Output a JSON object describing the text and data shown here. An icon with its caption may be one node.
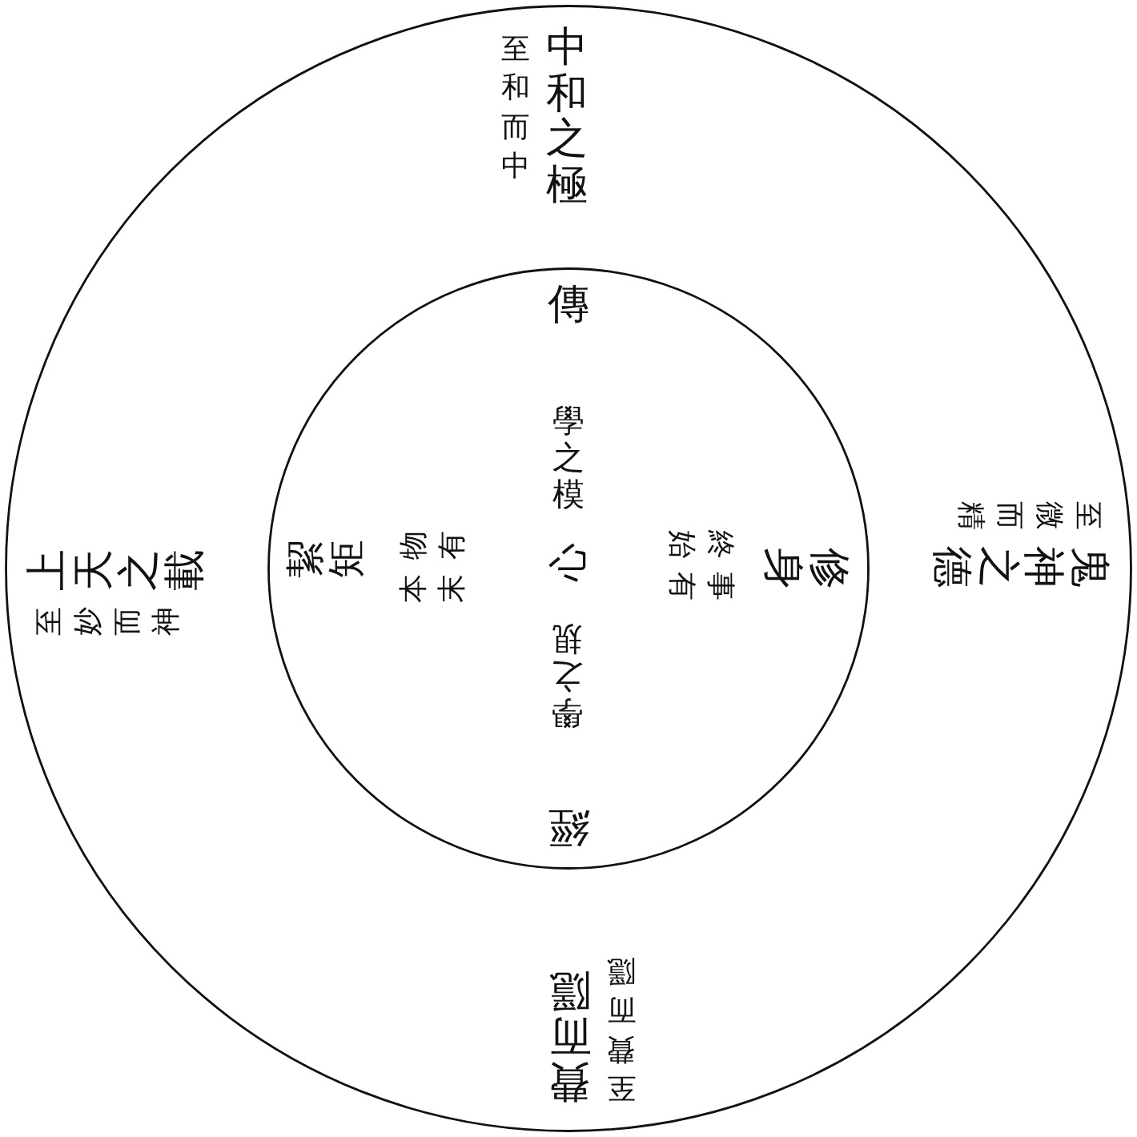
{
  "diagram": {
    "nodes": [
      {
        "text": [
          "中和之極",
          "至和而中",
          "鬼神之德",
          "至微而精",
          "費而隱",
          "至費而隱",
          "上天之載",
          "至妙而神"
        ]
      },
      {
        "text": [
          "傳",
          "學之模",
          "修身",
          "事有終始",
          "心",
          "學之規",
          "經",
          "絜矩",
          "物有本末"
        ],
        "in": 0
      }
    ]
  }
}
